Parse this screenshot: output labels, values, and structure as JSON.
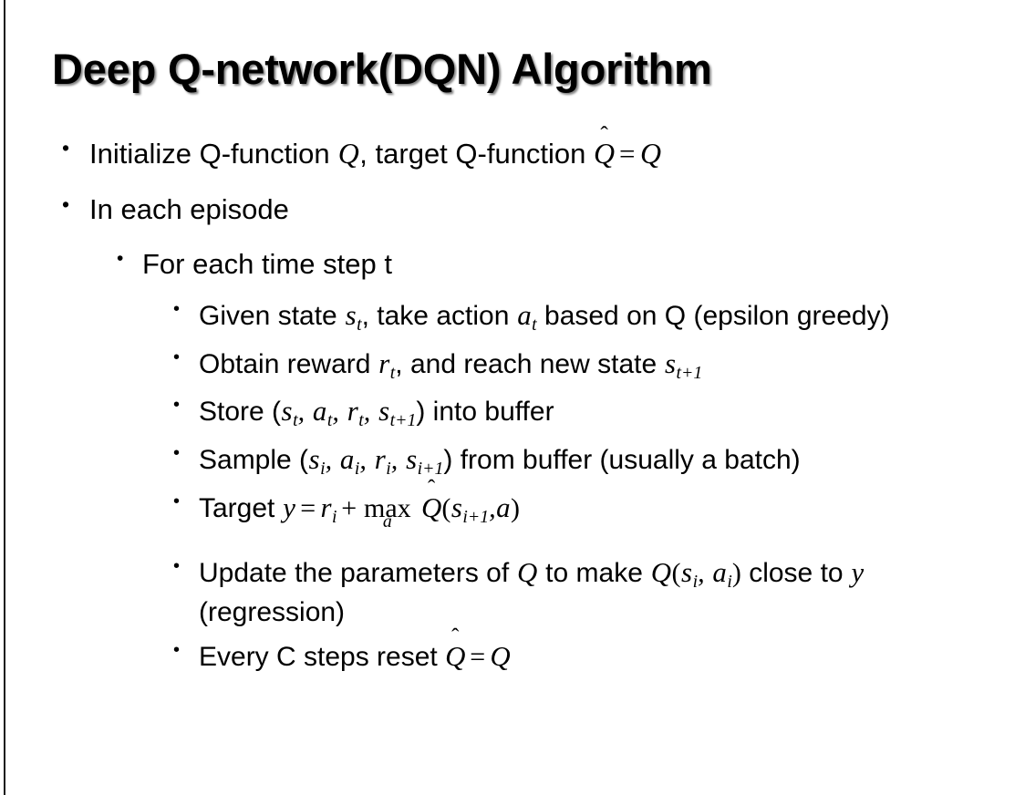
{
  "slide": {
    "title": "Deep Q-network(DQN) Algorithm",
    "bullet_glyph": "•",
    "background_color": "#ffffff",
    "text_color": "#000000",
    "edge_rule_color": "#1a1a1a",
    "content": {
      "l1_initialize_prefix": "Initialize Q-function ",
      "l1_initialize_mid": ", target Q-function ",
      "l1_in_each_episode": "In each episode",
      "l2_for_each_time_step": "For each time step t",
      "l3_given_state_prefix": "Given state ",
      "l3_given_state_mid": ", take action ",
      "l3_given_state_suffix": " based on Q (epsilon greedy)",
      "l3_obtain_prefix": "Obtain reward ",
      "l3_obtain_mid": ", and reach new state ",
      "l3_store_prefix": "Store (",
      "l3_store_suffix": ") into buffer",
      "l3_sample_prefix": "Sample (",
      "l3_sample_suffix": ") from buffer (usually a batch)",
      "l3_target_prefix": "Target ",
      "l3_update_prefix": "Update the parameters of ",
      "l3_update_mid": " to make ",
      "l3_update_suffix": " close to ",
      "l3_update_tail": " (regression)",
      "l3_every_c_prefix": "Every C steps reset "
    },
    "math": {
      "Q": "Q",
      "Q_hat_glyph": "Q",
      "hat_accent": "̂",
      "equals": "=",
      "plus": "+",
      "comma": ",",
      "lparen": "(",
      "rparen": ")",
      "s": "s",
      "a": "a",
      "r": "r",
      "y": "y",
      "sub_t": "t",
      "sub_i": "i",
      "sub_t_plus_1": "t+1",
      "sub_i_plus_1": "i+1",
      "max_operator": "max",
      "max_under": "a"
    }
  }
}
